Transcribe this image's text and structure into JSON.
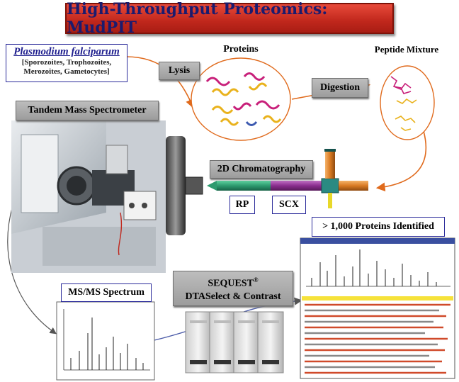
{
  "title": "High-Throughput Proteomics: MudPIT",
  "organism": {
    "name": "Plasmodium falciparum",
    "stages_line1": "[Sporozoites, Trophozoites,",
    "stages_line2": "Merozoites, Gametocytes]"
  },
  "steps": {
    "lysis": "Lysis",
    "proteins": "Proteins",
    "digestion": "Digestion",
    "peptide_mixture": "Peptide Mixture",
    "tandem_ms": "Tandem Mass Spectrometer",
    "chromatography": "2D Chromatography",
    "rp": "RP",
    "scx": "SCX",
    "identified": "> 1,000 Proteins Identified",
    "msms": "MS/MS Spectrum",
    "sequest": "SEQUEST",
    "sequest_mark": "®",
    "dtaselect": "DTASelect & Contrast"
  },
  "colors": {
    "title_red": "#c0271c",
    "title_text": "#1b1b6e",
    "arrow_orange": "#e06a1c",
    "column_green": "#2d9a6e",
    "column_purple": "#8a2d8e",
    "column_orange": "#d97a22",
    "connector_teal": "#2a8a82"
  }
}
